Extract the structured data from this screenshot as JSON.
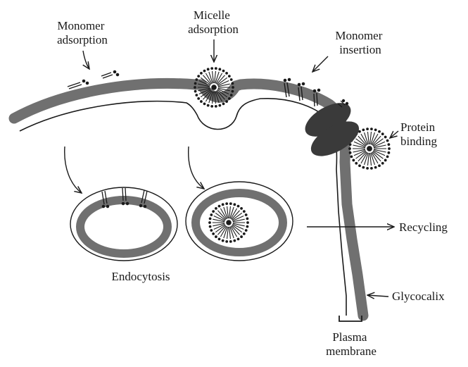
{
  "labels": {
    "monomer_adsorption": [
      "Monomer",
      "adsorption"
    ],
    "micelle_adsorption": [
      "Micelle",
      "adsorption"
    ],
    "monomer_insertion": [
      "Monomer",
      "insertion"
    ],
    "protein_binding": [
      "Protein",
      "binding"
    ],
    "endocytosis": "Endocytosis",
    "recycling": "Recycling",
    "glycocalix": "Glycocalix",
    "plasma_membrane": [
      "Plasma",
      "membrane"
    ]
  },
  "colors": {
    "membrane": "#707070",
    "protein": "#3a3a3a",
    "ink": "#1a1a1a",
    "background": "#ffffff"
  }
}
